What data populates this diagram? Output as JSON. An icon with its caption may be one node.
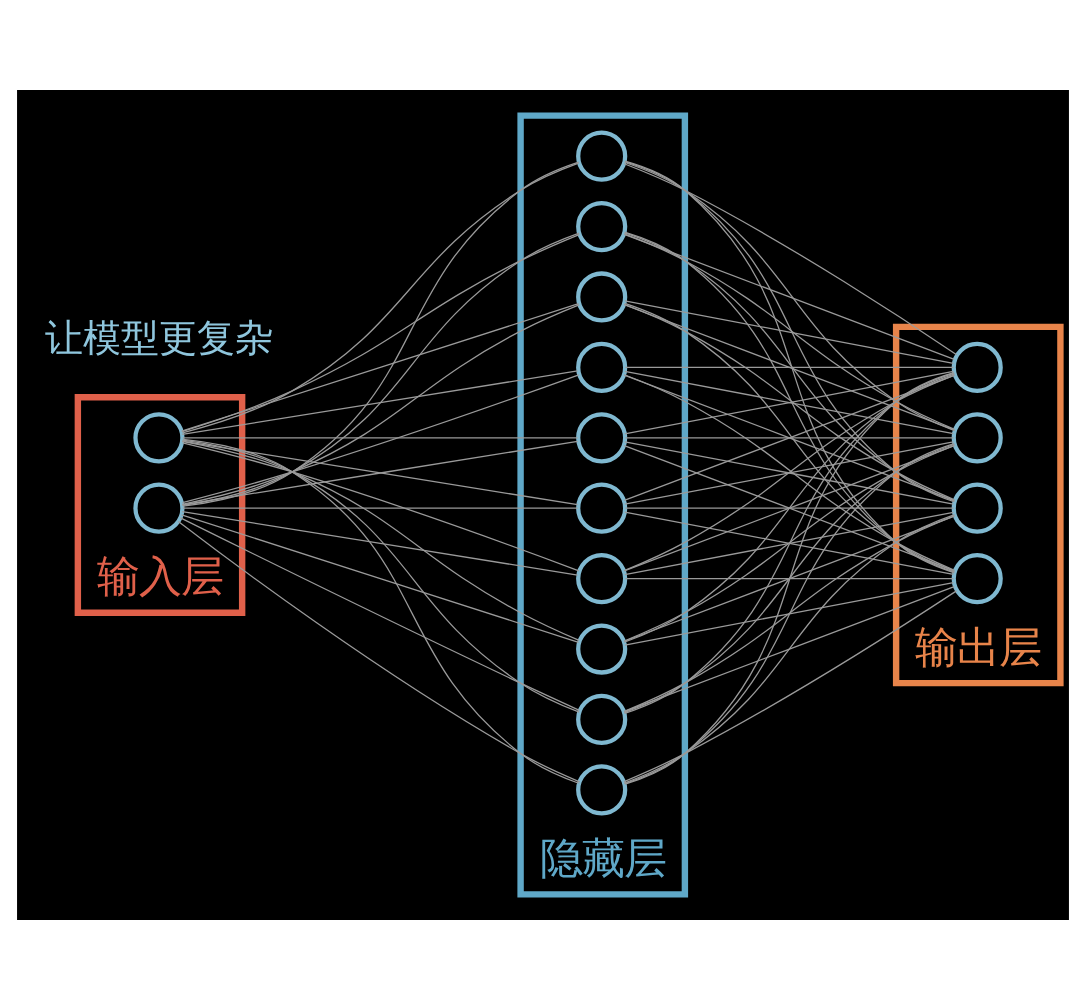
{
  "diagram": {
    "nodes": [
      {
        "text": [
          "输入层"
        ]
      },
      {
        "text": [],
        "shape": "circle",
        "in": 0
      },
      {
        "text": [],
        "shape": "circle",
        "in": 0
      },
      {
        "text": [
          "隐藏层"
        ]
      },
      {
        "text": [],
        "shape": "circle",
        "in": 3
      },
      {
        "text": [],
        "shape": "circle",
        "in": 3
      },
      {
        "text": [],
        "shape": "circle",
        "in": 3
      },
      {
        "text": [],
        "shape": "circle",
        "in": 3
      },
      {
        "text": [],
        "shape": "circle",
        "in": 3
      },
      {
        "text": [],
        "shape": "circle",
        "in": 3
      },
      {
        "text": [],
        "shape": "circle",
        "in": 3
      },
      {
        "text": [],
        "shape": "circle",
        "in": 3
      },
      {
        "text": [],
        "shape": "circle",
        "in": 3
      },
      {
        "text": [],
        "shape": "circle",
        "in": 3
      },
      {
        "text": [
          "输出层"
        ]
      },
      {
        "text": [],
        "shape": "circle",
        "in": 14
      },
      {
        "text": [],
        "shape": "circle",
        "in": 14
      },
      {
        "text": [],
        "shape": "circle",
        "in": 14
      },
      {
        "text": [],
        "shape": "circle",
        "in": 14
      }
    ],
    "edges": [
      {
        "from": 1,
        "to": 4,
        "arrow": "none"
      },
      {
        "from": 1,
        "to": 5,
        "arrow": "none"
      },
      {
        "from": 1,
        "to": 6,
        "arrow": "none"
      },
      {
        "from": 1,
        "to": 7,
        "arrow": "none"
      },
      {
        "from": 1,
        "to": 8,
        "arrow": "none"
      },
      {
        "from": 1,
        "to": 9,
        "arrow": "none"
      },
      {
        "from": 1,
        "to": 10,
        "arrow": "none"
      },
      {
        "from": 1,
        "to": 11,
        "arrow": "none"
      },
      {
        "from": 1,
        "to": 12,
        "arrow": "none"
      },
      {
        "from": 1,
        "to": 13,
        "arrow": "none"
      },
      {
        "from": 2,
        "to": 4,
        "arrow": "none"
      },
      {
        "from": 2,
        "to": 5,
        "arrow": "none"
      },
      {
        "from": 2,
        "to": 6,
        "arrow": "none"
      },
      {
        "from": 2,
        "to": 7,
        "arrow": "none"
      },
      {
        "from": 2,
        "to": 8,
        "arrow": "none"
      },
      {
        "from": 2,
        "to": 9,
        "arrow": "none"
      },
      {
        "from": 2,
        "to": 10,
        "arrow": "none"
      },
      {
        "from": 2,
        "to": 11,
        "arrow": "none"
      },
      {
        "from": 2,
        "to": 12,
        "arrow": "none"
      },
      {
        "from": 2,
        "to": 13,
        "arrow": "none"
      },
      {
        "from": 4,
        "to": 15,
        "arrow": "none"
      },
      {
        "from": 4,
        "to": 16,
        "arrow": "none"
      },
      {
        "from": 4,
        "to": 17,
        "arrow": "none"
      },
      {
        "from": 4,
        "to": 18,
        "arrow": "none"
      },
      {
        "from": 5,
        "to": 15,
        "arrow": "none"
      },
      {
        "from": 5,
        "to": 16,
        "arrow": "none"
      },
      {
        "from": 5,
        "to": 17,
        "arrow": "none"
      },
      {
        "from": 5,
        "to": 18,
        "arrow": "none"
      },
      {
        "from": 6,
        "to": 15,
        "arrow": "none"
      },
      {
        "from": 6,
        "to": 16,
        "arrow": "none"
      },
      {
        "from": 6,
        "to": 17,
        "arrow": "none"
      },
      {
        "from": 6,
        "to": 18,
        "arrow": "none"
      },
      {
        "from": 7,
        "to": 15,
        "arrow": "none"
      },
      {
        "from": 7,
        "to": 16,
        "arrow": "none"
      },
      {
        "from": 7,
        "to": 17,
        "arrow": "none"
      },
      {
        "from": 7,
        "to": 18,
        "arrow": "none"
      },
      {
        "from": 8,
        "to": 15,
        "arrow": "none"
      },
      {
        "from": 8,
        "to": 16,
        "arrow": "none"
      },
      {
        "from": 8,
        "to": 17,
        "arrow": "none"
      },
      {
        "from": 8,
        "to": 18,
        "arrow": "none"
      },
      {
        "from": 9,
        "to": 15,
        "arrow": "none"
      },
      {
        "from": 9,
        "to": 16,
        "arrow": "none"
      },
      {
        "from": 9,
        "to": 17,
        "arrow": "none"
      },
      {
        "from": 9,
        "to": 18,
        "arrow": "none"
      },
      {
        "from": 10,
        "to": 15,
        "arrow": "none"
      },
      {
        "from": 10,
        "to": 16,
        "arrow": "none"
      },
      {
        "from": 10,
        "to": 17,
        "arrow": "none"
      },
      {
        "from": 10,
        "to": 18,
        "arrow": "none"
      },
      {
        "from": 11,
        "to": 15,
        "arrow": "none"
      },
      {
        "from": 11,
        "to": 16,
        "arrow": "none"
      },
      {
        "from": 11,
        "to": 17,
        "arrow": "none"
      },
      {
        "from": 11,
        "to": 18,
        "arrow": "none"
      },
      {
        "from": 12,
        "to": 15,
        "arrow": "none"
      },
      {
        "from": 12,
        "to": 16,
        "arrow": "none"
      },
      {
        "from": 12,
        "to": 17,
        "arrow": "none"
      },
      {
        "from": 12,
        "to": 18,
        "arrow": "none"
      },
      {
        "from": 13,
        "to": 15,
        "arrow": "none"
      },
      {
        "from": 13,
        "to": 16,
        "arrow": "none"
      },
      {
        "from": 13,
        "to": 17,
        "arrow": "none"
      },
      {
        "from": 13,
        "to": 18,
        "arrow": "none"
      }
    ],
    "labels": [
      "让模型更复杂"
    ]
  }
}
